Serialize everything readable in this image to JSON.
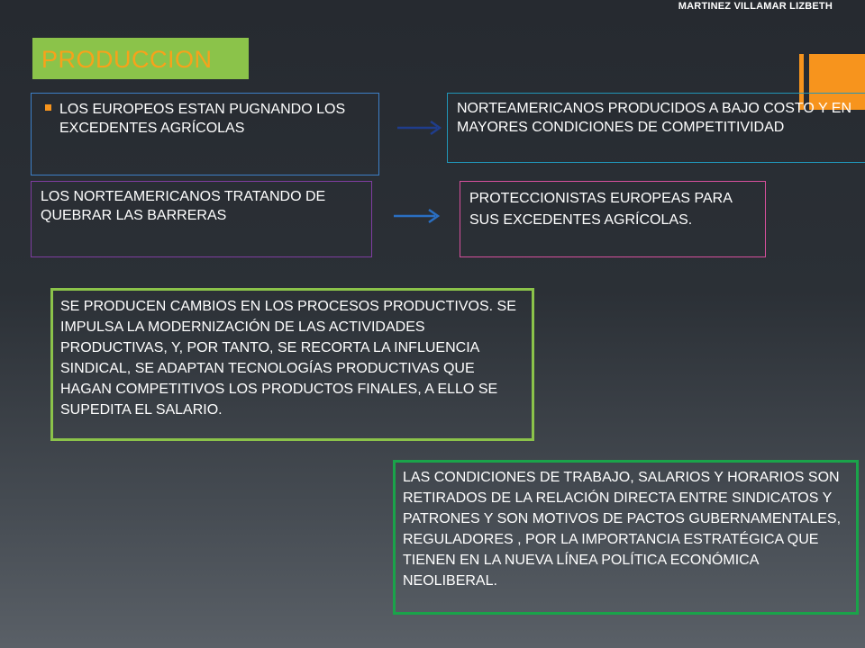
{
  "slide": {
    "author": "MARTINEZ VILLAMAR LIZBETH",
    "title": "PRODUCCION",
    "colors": {
      "title_bg": "#8bc34a",
      "title_text": "#f7a21b",
      "accent": "#f7941d",
      "arrow1": "#1f3d8c",
      "arrow2": "#2a6fc2"
    }
  },
  "boxes": {
    "europeos": "LOS EUROPEOS ESTAN PUGNANDO LOS EXCEDENTES AGRÍCOLAS",
    "norteamericanos_costo": "NORTEAMERICANOS PRODUCIDOS A BAJO COSTO Y EN MAYORES CONDICIONES DE COMPETITIVIDAD",
    "norteamericanos_barreras": "LOS NORTEAMERICANOS TRATANDO DE QUEBRAR LAS BARRERAS",
    "proteccionistas": "PROTECCIONISTAS EUROPEAS PARA SUS EXCEDENTES AGRÍCOLAS.",
    "cambios": "SE PRODUCEN CAMBIOS EN LOS PROCESOS PRODUCTIVOS. SE IMPULSA LA MODERNIZACIÓN DE LAS ACTIVIDADES PRODUCTIVAS, Y, POR TANTO, SE RECORTA LA INFLUENCIA SINDICAL, SE ADAPTAN TECNOLOGÍAS PRODUCTIVAS QUE HAGAN COMPETITIVOS LOS PRODUCTOS FINALES, A ELLO SE SUPEDITA EL SALARIO.",
    "condiciones": "LAS CONDICIONES DE TRABAJO, SALARIOS Y HORARIOS SON RETIRADOS DE LA RELACIÓN DIRECTA ENTRE SINDICATOS Y PATRONES Y SON MOTIVOS DE PACTOS GUBERNAMENTALES, REGULADORES , POR LA IMPORTANCIA ESTRATÉGICA QUE TIENEN EN LA NUEVA LÍNEA POLÍTICA ECONÓMICA NEOLIBERAL."
  }
}
